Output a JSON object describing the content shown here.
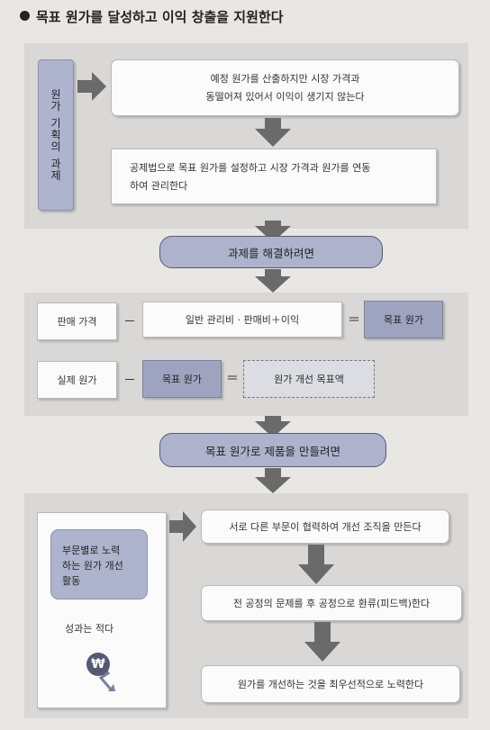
{
  "title": "목표 원가를 달성하고 이익 창출을 지원한다",
  "sidebar_label_1": [
    "원",
    "가"
  ],
  "sidebar_label_2": [
    "기",
    "획",
    "의"
  ],
  "sidebar_label_3": [
    "과",
    "제"
  ],
  "box1_line1": "예정 원가를 산출하지만 시장 가격과",
  "box1_line2": "동떨어져 있어서 이익이 생기지 않는다",
  "box2_line1": "공제법으로 목표 원가를 설정하고 시장 가격과 원가를 연동",
  "box2_line2": "하여 관리한다",
  "pill1": "과제를 해결하려면",
  "eq1": {
    "a": "판매 가격",
    "op1": "－",
    "b": "일반 관리비 · 판매비＋이익",
    "op2": "＝",
    "c": "목표 원가"
  },
  "eq2": {
    "a": "실제 원가",
    "op1": "－",
    "b": "목표 원가",
    "op2": "＝",
    "c": "원가 개선 목표액"
  },
  "pill2": "목표 원가로 제품을 만들려면",
  "left_card_line1": "부문별로 노력",
  "left_card_line2": "하는 원가 개선",
  "left_card_line3": "활동",
  "result_text": "성과는 적다",
  "won_symbol": "₩",
  "step1": "서로 다른 부문이 협력하여 개선 조직을 만든다",
  "step2": "전 공정의 문제를 후 공정으로 환류(피드백)한다",
  "step3": "원가를 개선하는 것을 최우선적으로 노력한다",
  "colors": {
    "lavender": "#aeb3ce",
    "arrow": "#6a6a6a",
    "panel": "#d9d8d6",
    "background": "#e9e7e4"
  }
}
